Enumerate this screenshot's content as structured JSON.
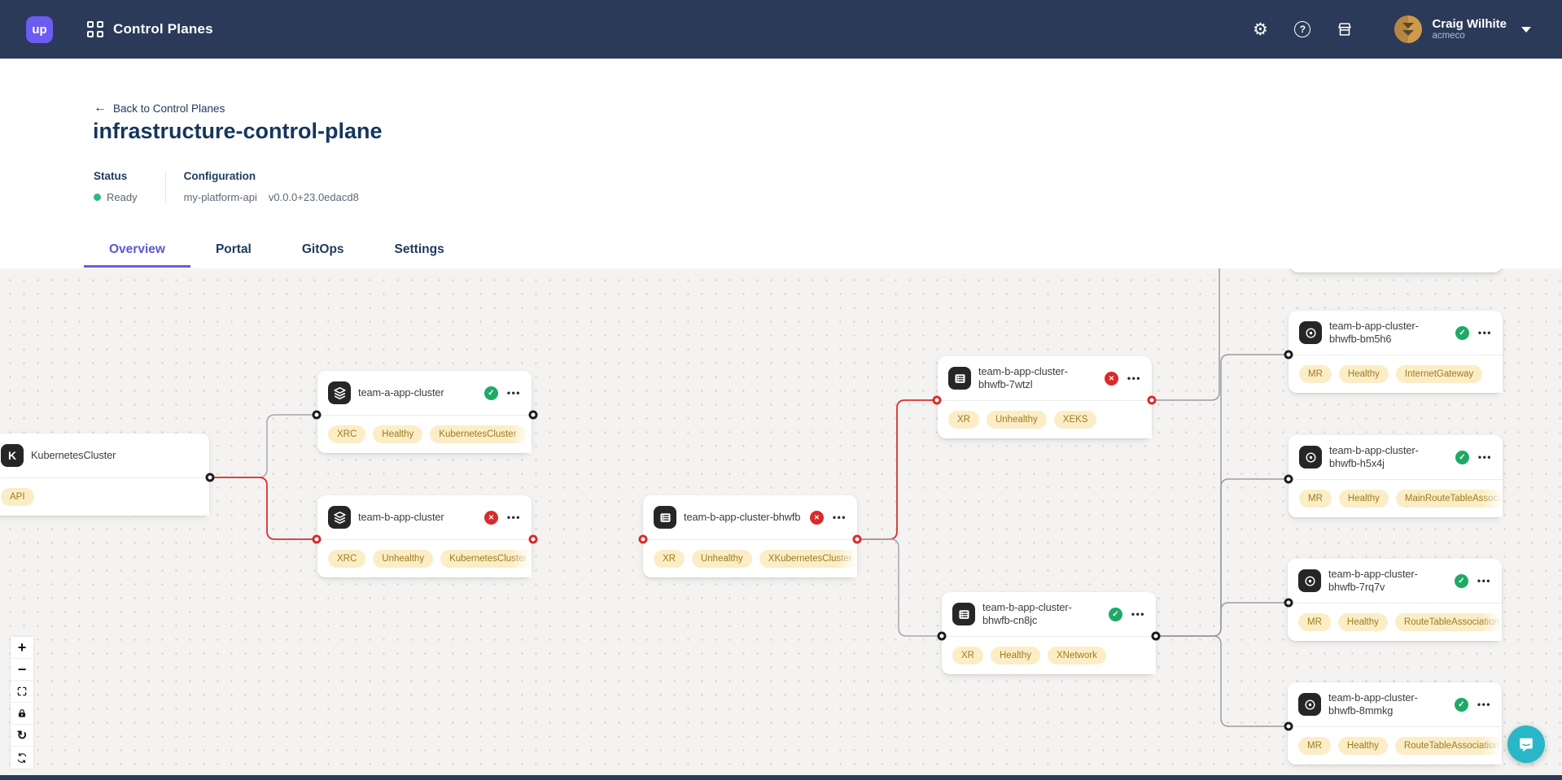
{
  "navbar": {
    "brand": "up",
    "title": "Control Planes",
    "icons": [
      "grid-icon",
      "gear-icon",
      "help-icon",
      "marketplace-icon"
    ],
    "user_name": "Craig Wilhite",
    "user_org": "acmeco"
  },
  "header": {
    "back_label": "Back to Control Planes",
    "title": "infrastructure-control-plane",
    "status_label": "Status",
    "status_value": "Ready",
    "status_color": "#2fb786",
    "config_label": "Configuration",
    "config_name": "my-platform-api",
    "config_version": "v0.0.0+23.0edacd8"
  },
  "tabs": [
    {
      "label": "Overview",
      "active": true
    },
    {
      "label": "Portal",
      "active": false
    },
    {
      "label": "GitOps",
      "active": false
    },
    {
      "label": "Settings",
      "active": false
    }
  ],
  "graph": {
    "accent_unhealthy": "#d92b2b",
    "accent_healthy": "#1ea967",
    "badge_bg": "#fbedc5",
    "nodes": [
      {
        "id": "kubernetescluster",
        "title": "KubernetesCluster",
        "icon": "k-icon",
        "status": "none",
        "badges": [
          "API"
        ]
      },
      {
        "id": "team-a-app-cluster",
        "title": "team-a-app-cluster",
        "icon": "layers-icon",
        "status": "healthy",
        "badges": [
          "XRC",
          "Healthy",
          "KubernetesCluster"
        ]
      },
      {
        "id": "team-b-app-cluster",
        "title": "team-b-app-cluster",
        "icon": "layers-icon",
        "status": "unhealthy",
        "badges": [
          "XRC",
          "Unhealthy",
          "KubernetesCluster"
        ]
      },
      {
        "id": "team-b-app-cluster-bhwfb",
        "title": "team-b-app-cluster-bhwfb",
        "icon": "resource-table-icon",
        "status": "unhealthy",
        "badges": [
          "XR",
          "Unhealthy",
          "XKubernetesCluster"
        ]
      },
      {
        "id": "team-b-app-cluster-bhwfb-7wtzl",
        "title": "team-b-app-cluster-bhwfb-7wtzl",
        "icon": "resource-table-icon",
        "status": "unhealthy",
        "badges": [
          "XR",
          "Unhealthy",
          "XEKS"
        ]
      },
      {
        "id": "team-b-app-cluster-bhwfb-cn8jc",
        "title": "team-b-app-cluster-bhwfb-cn8jc",
        "icon": "resource-table-icon",
        "status": "healthy",
        "badges": [
          "XR",
          "Healthy",
          "XNetwork"
        ]
      },
      {
        "id": "team-b-app-cluster-bhwfb-bm5h6",
        "title": "team-b-app-cluster-bhwfb-bm5h6",
        "icon": "target-icon",
        "status": "healthy",
        "badges": [
          "MR",
          "Healthy",
          "InternetGateway"
        ]
      },
      {
        "id": "team-b-app-cluster-bhwfb-h5x4j",
        "title": "team-b-app-cluster-bhwfb-h5x4j",
        "icon": "target-icon",
        "status": "healthy",
        "badges": [
          "MR",
          "Healthy",
          "MainRouteTableAssociation"
        ]
      },
      {
        "id": "team-b-app-cluster-bhwfb-7rq7v",
        "title": "team-b-app-cluster-bhwfb-7rq7v",
        "icon": "target-icon",
        "status": "healthy",
        "badges": [
          "MR",
          "Healthy",
          "RouteTableAssociation"
        ]
      },
      {
        "id": "team-b-app-cluster-bhwfb-8mmkg",
        "title": "team-b-app-cluster-bhwfb-8mmkg",
        "icon": "target-icon",
        "status": "healthy",
        "badges": [
          "MR",
          "Healthy",
          "RouteTableAssociation"
        ]
      }
    ],
    "edges": [
      {
        "from": "kubernetescluster",
        "to": "team-a-app-cluster",
        "health": "healthy"
      },
      {
        "from": "kubernetescluster",
        "to": "team-b-app-cluster",
        "health": "unhealthy"
      },
      {
        "from": "team-a-app-cluster",
        "to": "offscreen-right",
        "health": "healthy"
      },
      {
        "from": "team-b-app-cluster",
        "to": "team-b-app-cluster-bhwfb",
        "health": "unhealthy"
      },
      {
        "from": "team-b-app-cluster-bhwfb",
        "to": "team-b-app-cluster-bhwfb-7wtzl",
        "health": "unhealthy"
      },
      {
        "from": "team-b-app-cluster-bhwfb",
        "to": "team-b-app-cluster-bhwfb-cn8jc",
        "health": "healthy"
      },
      {
        "from": "team-b-app-cluster-bhwfb-7wtzl",
        "to": "offscreen-top",
        "health": "healthy"
      },
      {
        "from": "team-b-app-cluster-bhwfb-cn8jc",
        "to": "team-b-app-cluster-bhwfb-bm5h6",
        "health": "healthy"
      },
      {
        "from": "team-b-app-cluster-bhwfb-cn8jc",
        "to": "team-b-app-cluster-bhwfb-h5x4j",
        "health": "healthy"
      },
      {
        "from": "team-b-app-cluster-bhwfb-cn8jc",
        "to": "team-b-app-cluster-bhwfb-7rq7v",
        "health": "healthy"
      },
      {
        "from": "team-b-app-cluster-bhwfb-cn8jc",
        "to": "team-b-app-cluster-bhwfb-8mmkg",
        "health": "healthy"
      }
    ],
    "controls": [
      "zoom-in",
      "zoom-out",
      "fit-view",
      "lock",
      "reset",
      "re-layout"
    ],
    "chat_icon": "chat-bubble-icon"
  }
}
